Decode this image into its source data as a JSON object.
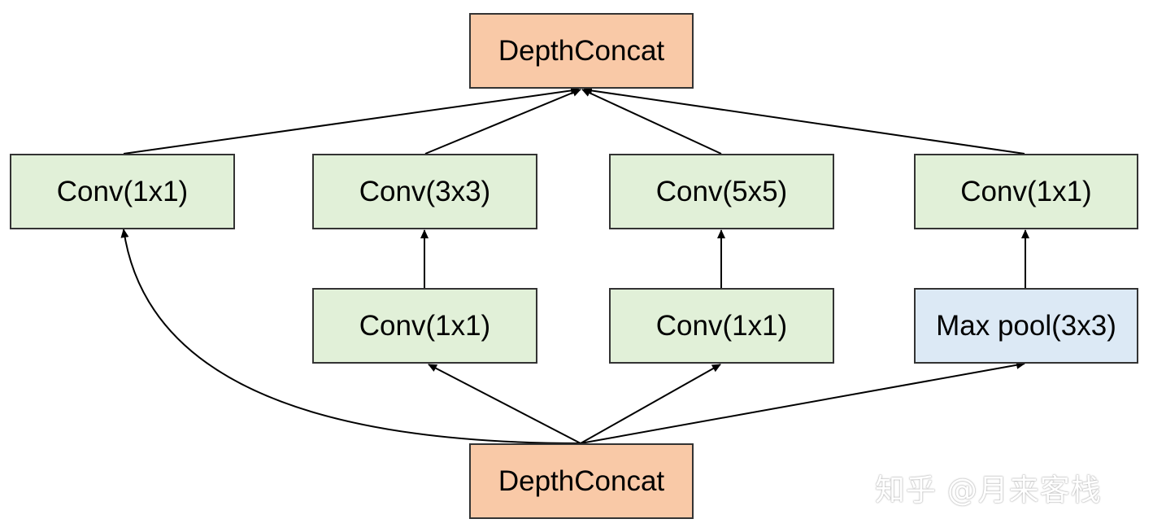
{
  "nodes": {
    "depthconcat_top": {
      "label": "DepthConcat",
      "kind": "concat"
    },
    "conv_1x1_a": {
      "label": "Conv(1x1)",
      "kind": "conv"
    },
    "conv_3x3": {
      "label": "Conv(3x3)",
      "kind": "conv"
    },
    "conv_5x5": {
      "label": "Conv(5x5)",
      "kind": "conv"
    },
    "conv_1x1_d": {
      "label": "Conv(1x1)",
      "kind": "conv"
    },
    "conv_1x1_b": {
      "label": "Conv(1x1)",
      "kind": "conv"
    },
    "conv_1x1_c": {
      "label": "Conv(1x1)",
      "kind": "conv"
    },
    "max_pool": {
      "label": "Max pool(3x3)",
      "kind": "pool"
    },
    "depthconcat_bottom": {
      "label": "DepthConcat",
      "kind": "concat"
    }
  },
  "edges": [
    {
      "from": "depthconcat_bottom",
      "to": "conv_1x1_a"
    },
    {
      "from": "depthconcat_bottom",
      "to": "conv_1x1_b"
    },
    {
      "from": "depthconcat_bottom",
      "to": "conv_1x1_c"
    },
    {
      "from": "depthconcat_bottom",
      "to": "max_pool"
    },
    {
      "from": "conv_1x1_b",
      "to": "conv_3x3"
    },
    {
      "from": "conv_1x1_c",
      "to": "conv_5x5"
    },
    {
      "from": "max_pool",
      "to": "conv_1x1_d"
    },
    {
      "from": "conv_1x1_a",
      "to": "depthconcat_top"
    },
    {
      "from": "conv_3x3",
      "to": "depthconcat_top"
    },
    {
      "from": "conv_5x5",
      "to": "depthconcat_top"
    },
    {
      "from": "conv_1x1_d",
      "to": "depthconcat_top"
    }
  ],
  "colors": {
    "concat_fill": "#f9c9a7",
    "conv_fill": "#e1f0d8",
    "pool_fill": "#dce9f5",
    "border": "#333333",
    "edge": "#000000"
  },
  "watermark": {
    "text": "知乎 @月来客栈"
  }
}
